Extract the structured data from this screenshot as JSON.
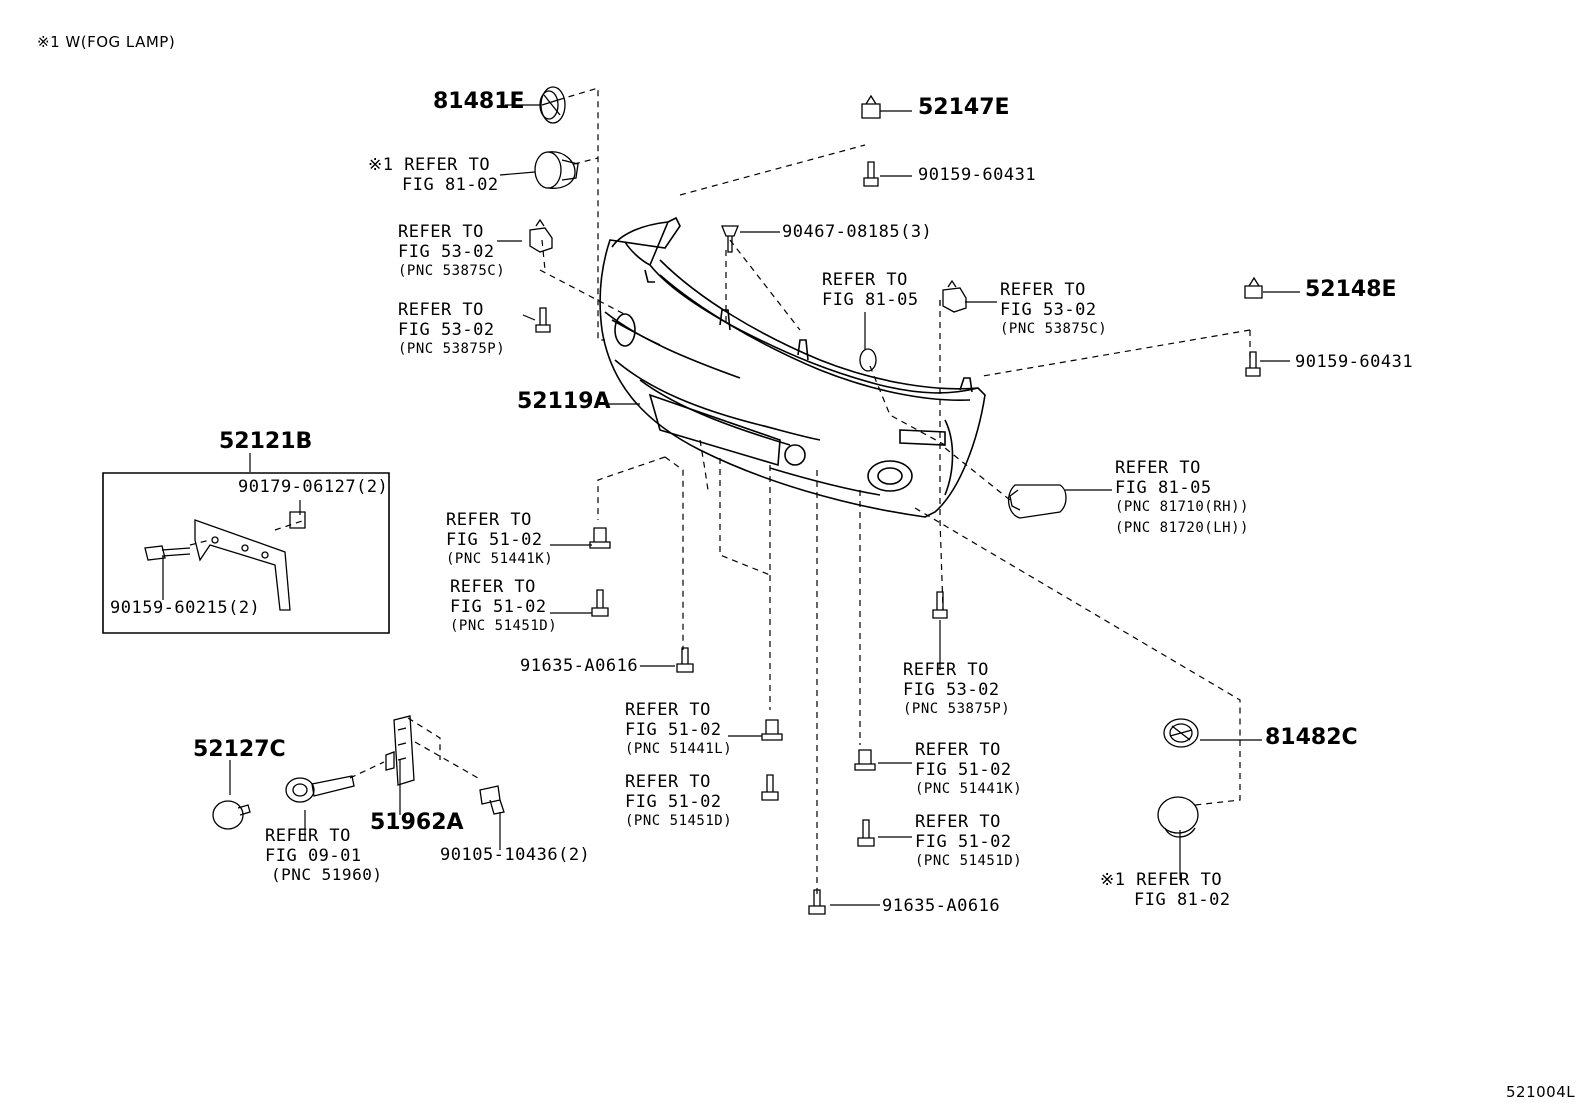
{
  "header": {
    "note": "※1 W(FOG LAMP)"
  },
  "figure_code": "521004L",
  "parts": {
    "p81481E": "81481E",
    "p52147E": "52147E",
    "p90159_60431_a": "90159-60431",
    "p90467": "90467-08185(3)",
    "p52148E": "52148E",
    "p90159_60431_b": "90159-60431",
    "p52119A": "52119A",
    "p52121B": "52121B",
    "p90179": "90179-06127(2)",
    "p90159_60215": "90159-60215(2)",
    "p91635_a": "91635-A0616",
    "p91635_b": "91635-A0616",
    "p52127C": "52127C",
    "p51962A": "51962A",
    "p90105": "90105-10436(2)",
    "p81482C": "81482C"
  },
  "refs": {
    "fog_top": {
      "mark": "※1",
      "line1": "REFER TO",
      "line2": "FIG 81-02"
    },
    "r53875C_left": {
      "line1": "REFER TO",
      "line2": "FIG 53-02",
      "pnc": "(PNC 53875C)"
    },
    "r53875P_left": {
      "line1": "REFER TO",
      "line2": "FIG 53-02",
      "pnc": "(PNC 53875P)"
    },
    "r8105_mid": {
      "line1": "REFER TO",
      "line2": "FIG 81-05"
    },
    "r53875C_right": {
      "line1": "REFER TO",
      "line2": "FIG 53-02",
      "pnc": "(PNC 53875C)"
    },
    "r8105_right": {
      "line1": "REFER TO",
      "line2": "FIG 81-05",
      "pnc1": "(PNC 81710(RH))",
      "pnc2": "(PNC 81720(LH))"
    },
    "r51441K_left": {
      "line1": "REFER TO",
      "line2": "FIG 51-02",
      "pnc": "(PNC 51441K)"
    },
    "r51451D_left": {
      "line1": "REFER TO",
      "line2": "FIG 51-02",
      "pnc": "(PNC 51451D)"
    },
    "r53875P_right": {
      "line1": "REFER TO",
      "line2": "FIG 53-02",
      "pnc": "(PNC 53875P)"
    },
    "r51441L": {
      "line1": "REFER TO",
      "line2": "FIG 51-02",
      "pnc": "(PNC 51441L)"
    },
    "r51451D_mid": {
      "line1": "REFER TO",
      "line2": "FIG 51-02",
      "pnc": "(PNC 51451D)"
    },
    "r51441K_right": {
      "line1": "REFER TO",
      "line2": "FIG 51-02",
      "pnc": "(PNC 51441K)"
    },
    "r51451D_right": {
      "line1": "REFER TO",
      "line2": "FIG 51-02",
      "pnc": "(PNC 51451D)"
    },
    "r0901": {
      "line1": "REFER TO",
      "line2": "FIG 09-01",
      "pnc": "(PNC 51960)"
    },
    "fog_bottom": {
      "mark": "※1",
      "line1": "REFER TO",
      "line2": "FIG 81-02"
    }
  }
}
